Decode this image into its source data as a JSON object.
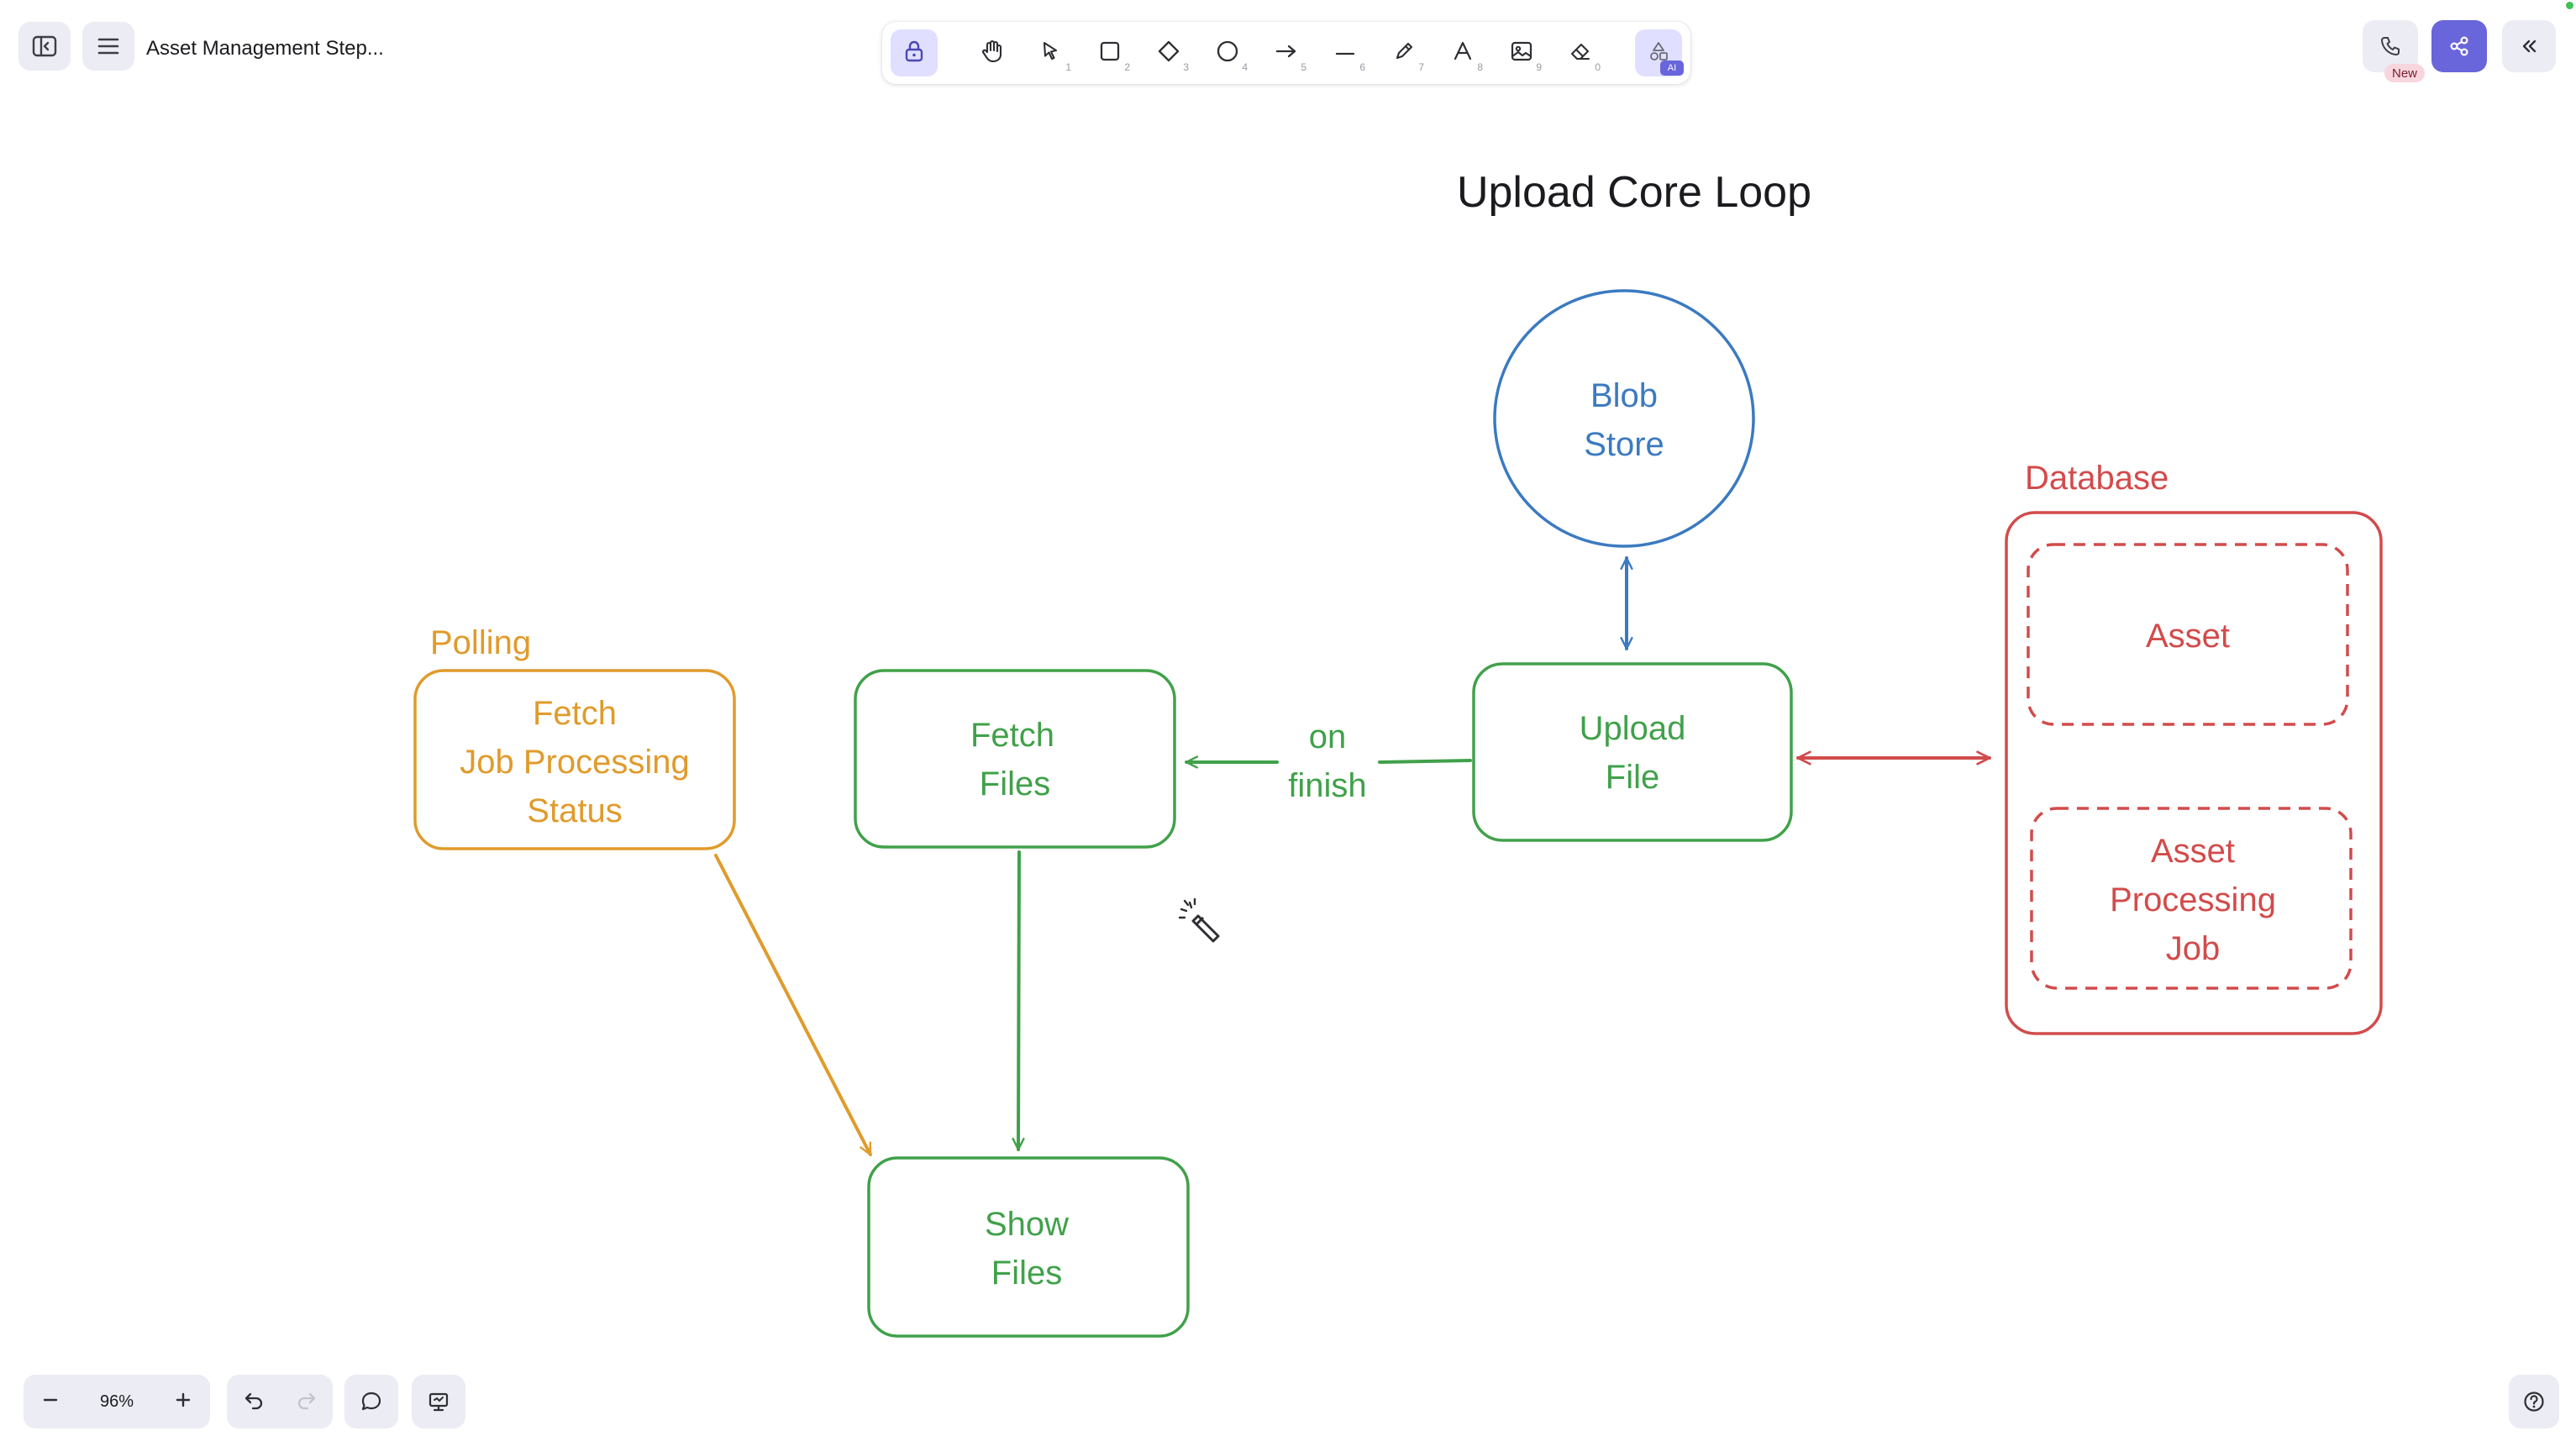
{
  "app": {
    "document_title": "Asset Management Step..."
  },
  "toolbar": {
    "tools": [
      {
        "name": "lock-icon",
        "key": "",
        "active": true
      },
      {
        "name": "hand-icon",
        "key": ""
      },
      {
        "name": "pointer-icon",
        "key": "1"
      },
      {
        "name": "rectangle-icon",
        "key": "2"
      },
      {
        "name": "diamond-icon",
        "key": "3"
      },
      {
        "name": "ellipse-icon",
        "key": "4"
      },
      {
        "name": "arrow-icon",
        "key": "5"
      },
      {
        "name": "line-icon",
        "key": "6"
      },
      {
        "name": "pencil-icon",
        "key": "7"
      },
      {
        "name": "text-icon",
        "key": "8"
      },
      {
        "name": "image-icon",
        "key": "9"
      },
      {
        "name": "eraser-icon",
        "key": "0"
      },
      {
        "name": "ai-shapes-icon",
        "key": ""
      }
    ],
    "ai_badge": "AI"
  },
  "top_right": {
    "call_badge": "New"
  },
  "canvas": {
    "title": "Upload Core Loop",
    "blob_store": {
      "line1": "Blob",
      "line2": "Store"
    },
    "database_label": "Database",
    "asset": "Asset",
    "asset_job": {
      "line1": "Asset",
      "line2": "Processing",
      "line3": "Job"
    },
    "upload_file": {
      "line1": "Upload",
      "line2": "File"
    },
    "fetch_files": {
      "line1": "Fetch",
      "line2": "Files"
    },
    "on_finish": {
      "line1": "on",
      "line2": "finish"
    },
    "polling_label": "Polling",
    "fetch_job": {
      "line1": "Fetch",
      "line2": "Job Processing",
      "line3": "Status"
    },
    "show_files": {
      "line1": "Show",
      "line2": "Files"
    }
  },
  "footer": {
    "zoom_level": "96%"
  },
  "colors": {
    "green": "#40a14a",
    "orange": "#e09b2b",
    "blue": "#3b7ac0",
    "red": "#d24b4b",
    "accent": "#6965db"
  }
}
